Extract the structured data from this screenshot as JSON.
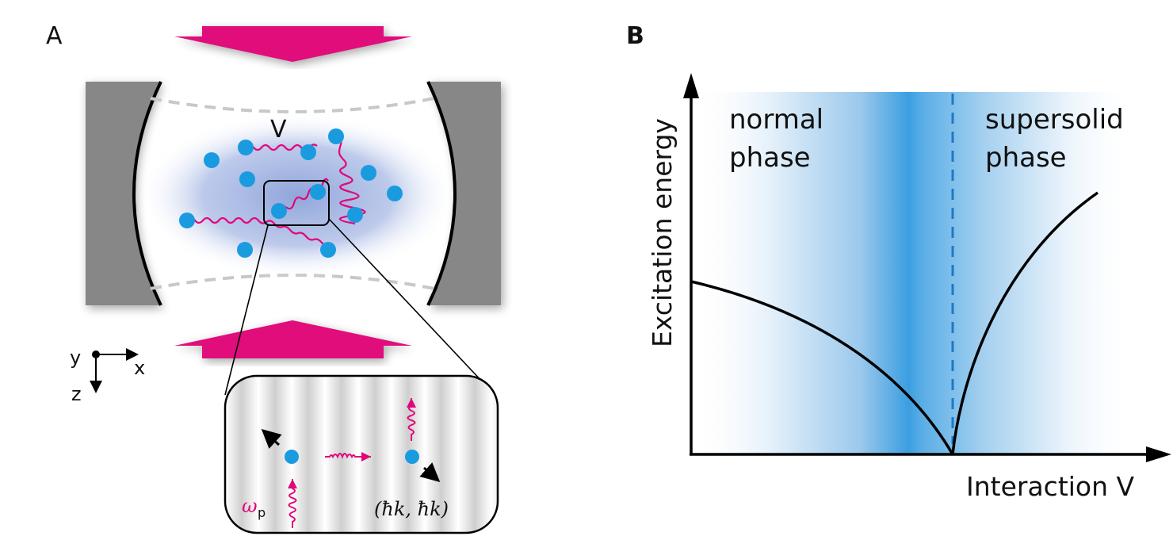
{
  "panel_a": {
    "label": "A",
    "interaction_label": "V",
    "axes": {
      "y": "y",
      "x": "x",
      "z": "z"
    },
    "inset": {
      "pump_symbol": "ω",
      "pump_subscript": "p",
      "momentum": "(ħk, ħk)"
    },
    "colors": {
      "pump": "#e0077a",
      "atom": "#1a9be0",
      "mirror": "#878787",
      "cloud": "#8aa0d8"
    }
  },
  "panel_b": {
    "label": "B",
    "y_axis_label": "Excitation energy",
    "x_axis_label": "Interaction V",
    "region_left": [
      "normal",
      "phase"
    ],
    "region_right": [
      "supersolid",
      "phase"
    ],
    "colors": {
      "gradient": "#1f8fdc",
      "critical_line": "#1f78c8",
      "curve": "#000000"
    }
  }
}
